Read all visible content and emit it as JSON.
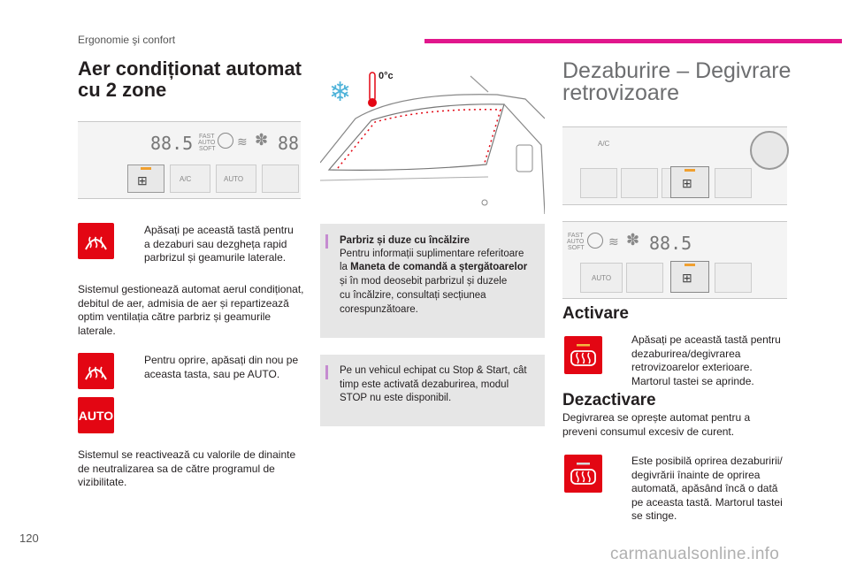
{
  "header": {
    "section": "Ergonomie şi confort"
  },
  "colors": {
    "accent_pink": "#e1168c",
    "button_red": "#e30613",
    "info_purple": "#c58bd0"
  },
  "left": {
    "title": "Aer condiționat automat cu 2 zone",
    "panel": {
      "display_left": "88.5",
      "display_right": "88",
      "label_fast": "FAST",
      "label_auto": "AUTO",
      "label_soft": "SOFT",
      "btn_ac": "A/C",
      "btn_auto": "AUTO"
    },
    "bullet1": "Apăsați pe această tastă pentru a dezaburi sau dezgheța rapid parbrizul și geamurile laterale.",
    "para1": "Sistemul gestionează automat aerul condiționat, debitul de aer, admisia de aer și repartizează optim ventilația către parbriz și geamurile laterale.",
    "bullet2": "Pentru oprire, apăsați din nou pe aceasta tasta, sau pe AUTO.",
    "auto_button": "AUTO",
    "para2": "Sistemul se reactivează cu valorile de dinainte de neutralizarea sa de către programul de vizibilitate."
  },
  "middle": {
    "temp_label": "0°c",
    "info1_title": "Parbriz și duze cu încălzire",
    "info1_line1": "Pentru informații suplimentare referitoare",
    "info1_line2_pre": "la ",
    "info1_line2_bold": "Maneta de comandă a ștergătoarelor",
    "info1_line3": "și în mod deosebit parbrizul și duzele",
    "info1_line4": "cu încălzire, consultați secțiunea",
    "info1_line5": "corespunzătoare.",
    "info2": "Pe un vehicul echipat cu Stop & Start, cât timp este activată dezaburirea, modul STOP nu este disponibil."
  },
  "right": {
    "title": "Dezaburire – Degivrare retrovizoare",
    "panel1": {
      "btn_ac": "A/C"
    },
    "panel2": {
      "display": "88.5",
      "label_fast": "FAST",
      "label_auto": "AUTO",
      "label_soft": "SOFT",
      "btn_auto": "AUTO"
    },
    "activare_heading": "Activare",
    "activare_text": "Apăsați pe această tastă pentru dezaburirea/degivrarea retrovizoarelor exterioare. Martorul tastei se aprinde.",
    "dezactivare_heading": "Dezactivare",
    "dezactivare_para": "Degivrarea se oprește automat pentru a preveni consumul excesiv de curent.",
    "dezactivare_bullet": "Este posibilă oprirea dezaburirii/ degivrării înainte de oprirea automată, apăsând încă o dată pe aceasta tastă. Martorul tastei se stinge."
  },
  "bullet_symbol": "",
  "page_number": "120",
  "watermark": "carmanualsonline.info"
}
